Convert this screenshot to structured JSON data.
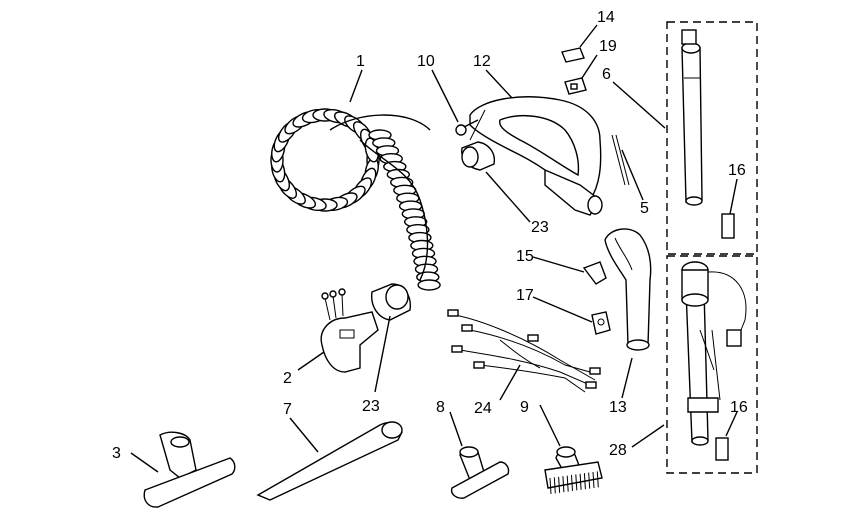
{
  "callouts": {
    "c1": "1",
    "c2": "2",
    "c3": "3",
    "c5": "5",
    "c6": "6",
    "c7": "7",
    "c8": "8",
    "c9": "9",
    "c10": "10",
    "c12": "12",
    "c13": "13",
    "c14": "14",
    "c15": "15",
    "c16a": "16",
    "c16b": "16",
    "c17": "17",
    "c19": "19",
    "c23a": "23",
    "c23b": "23",
    "c24": "24",
    "c28": "28"
  },
  "icons": {
    "hose": "coiled-hose",
    "handle": "hose-handle",
    "wand": "extension-wand",
    "crevice": "crevice-tool",
    "brush": "dusting-brush"
  }
}
